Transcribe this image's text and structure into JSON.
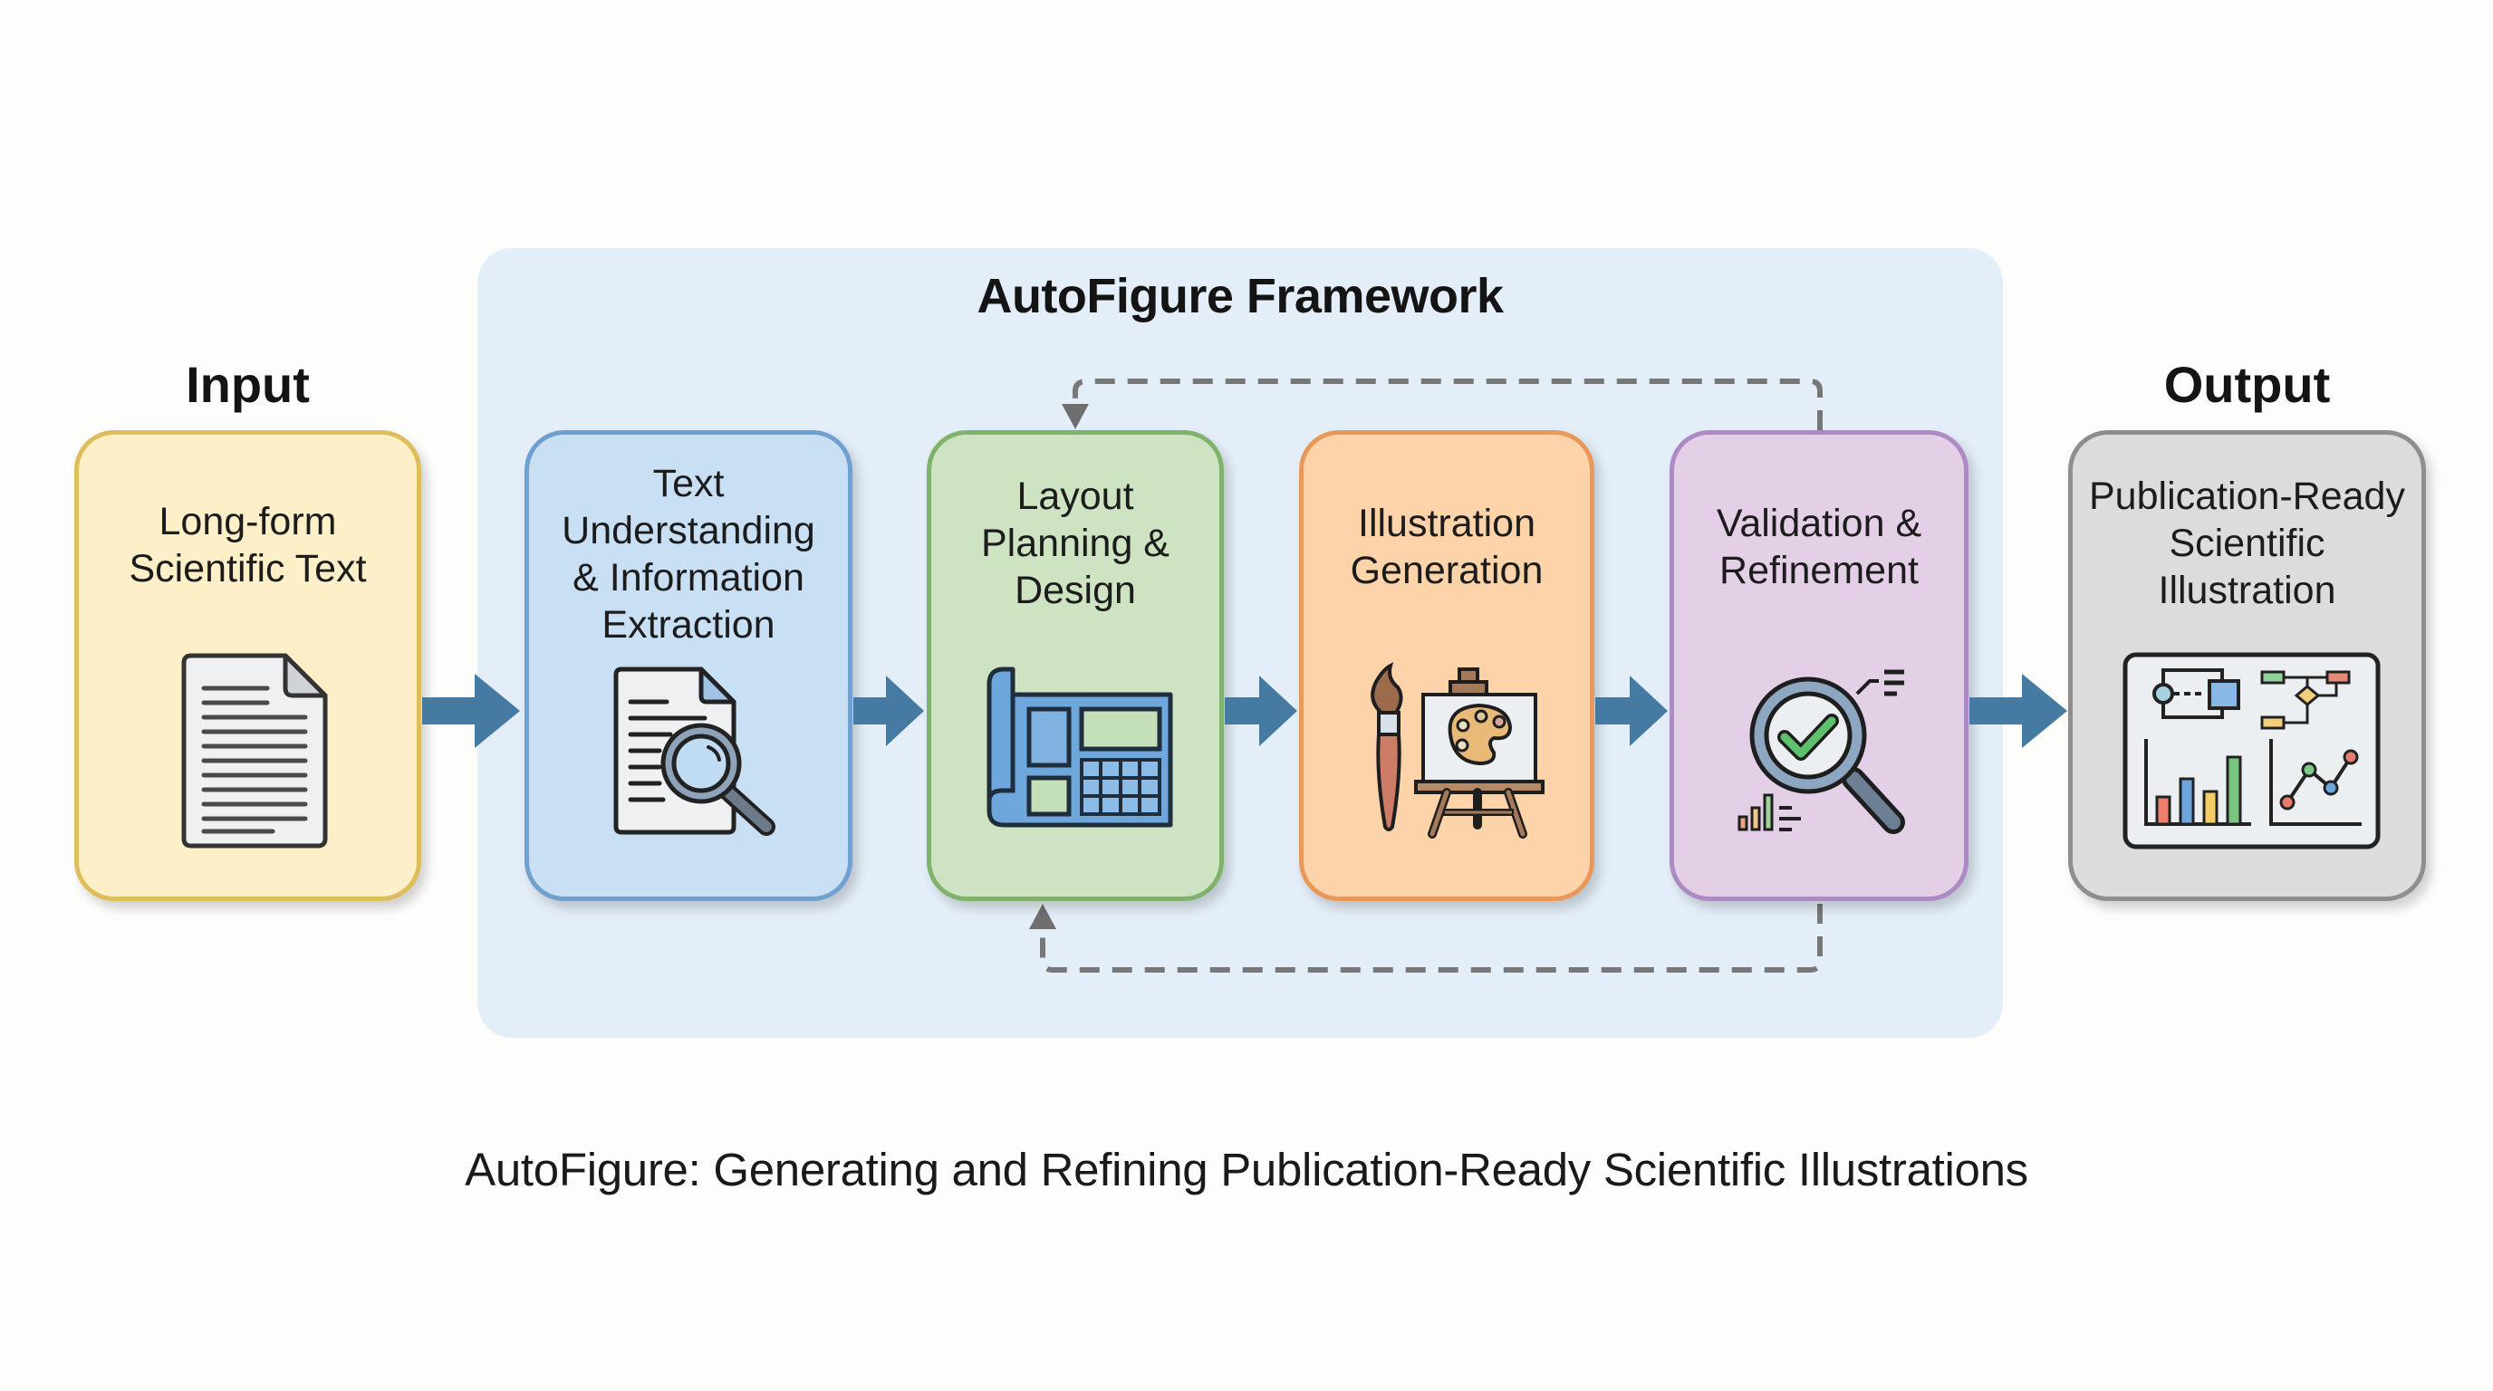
{
  "framework": {
    "title": "AutoFigure Framework"
  },
  "input": {
    "heading": "Input",
    "label": "Long-form\nScientific Text",
    "icon": "document-icon"
  },
  "stages": [
    {
      "label": "Text\nUnderstanding\n& Information\nExtraction",
      "icon": "document-search-icon",
      "color": "#6fa0d0",
      "fill": "#c9dff4"
    },
    {
      "label": "Layout\nPlanning &\nDesign",
      "icon": "blueprint-layout-icon",
      "color": "#7fb36a",
      "fill": "#cde3c2"
    },
    {
      "label": "Illustration\nGeneration",
      "icon": "paintbrush-easel-icon",
      "color": "#e8995a",
      "fill": "#fdd3a9"
    },
    {
      "label": "Validation &\nRefinement",
      "icon": "magnifier-check-icon",
      "color": "#ad8ac4",
      "fill": "#e3cfe6"
    }
  ],
  "output": {
    "heading": "Output",
    "label": "Publication-Ready\nScientific\nIllustration",
    "icon": "charts-panel-icon"
  },
  "feedback_loops": [
    {
      "from": "Validation & Refinement",
      "to": "Layout Planning & Design",
      "route": "top",
      "style": "dashed"
    },
    {
      "from": "Validation & Refinement",
      "to": "Layout Planning & Design",
      "route": "bottom",
      "style": "dashed"
    }
  ],
  "colors": {
    "input_border": "#dfbd5a",
    "input_fill": "#fdf0c9",
    "output_border": "#8e8e8e",
    "output_fill": "#dcdcdc",
    "flow_arrow": "#457aa3",
    "feedback": "#777777",
    "framework_bg": "#e4eef8"
  },
  "caption": "AutoFigure: Generating and Refining Publication-Ready Scientific Illustrations"
}
